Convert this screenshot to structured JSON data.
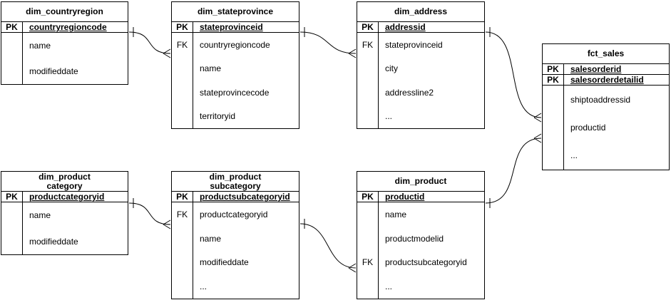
{
  "diagram": {
    "kind": "entity-relationship-diagram",
    "colors": {
      "line": "#000000",
      "table_fill": "#ffffff",
      "text": "#000000",
      "background": "#ffffff"
    },
    "tables": [
      {
        "id": "dim_countryregion",
        "title": "dim_countryregion",
        "rows": [
          {
            "key": "PK",
            "field": "countryregioncode",
            "is_pk": true
          },
          {
            "key": "",
            "field": "name"
          },
          {
            "key": "",
            "field": "modifieddate"
          }
        ]
      },
      {
        "id": "dim_stateprovince",
        "title": "dim_stateprovince",
        "rows": [
          {
            "key": "PK",
            "field": "stateprovinceid",
            "is_pk": true
          },
          {
            "key": "FK",
            "field": "countryregioncode"
          },
          {
            "key": "",
            "field": "name"
          },
          {
            "key": "",
            "field": "stateprovincecode"
          },
          {
            "key": "",
            "field": "territoryid"
          }
        ]
      },
      {
        "id": "dim_address",
        "title": "dim_address",
        "rows": [
          {
            "key": "PK",
            "field": "addressid",
            "is_pk": true
          },
          {
            "key": "FK",
            "field": "stateprovinceid"
          },
          {
            "key": "",
            "field": "city"
          },
          {
            "key": "",
            "field": "addressline2"
          },
          {
            "key": "",
            "field": "..."
          }
        ]
      },
      {
        "id": "fct_sales",
        "title": "fct_sales",
        "rows": [
          {
            "key": "PK",
            "field": "salesorderid",
            "is_pk": true
          },
          {
            "key": "PK",
            "field": "salesorderdetailid",
            "is_pk": true
          },
          {
            "key": "",
            "field": "shiptoaddressid"
          },
          {
            "key": "",
            "field": "productid"
          },
          {
            "key": "",
            "field": "..."
          }
        ]
      },
      {
        "id": "dim_productcategory",
        "title": "dim_product\ncategory",
        "rows": [
          {
            "key": "PK",
            "field": "productcategoryid",
            "is_pk": true
          },
          {
            "key": "",
            "field": "name"
          },
          {
            "key": "",
            "field": "modifieddate"
          }
        ]
      },
      {
        "id": "dim_productsubcategory",
        "title": "dim_product\nsubcategory",
        "rows": [
          {
            "key": "PK",
            "field": "productsubcategoryid",
            "is_pk": true
          },
          {
            "key": "FK",
            "field": "productcategoryid"
          },
          {
            "key": "",
            "field": "name"
          },
          {
            "key": "",
            "field": "modifieddate"
          },
          {
            "key": "",
            "field": "..."
          }
        ]
      },
      {
        "id": "dim_product",
        "title": "dim_product",
        "rows": [
          {
            "key": "PK",
            "field": "productid",
            "is_pk": true
          },
          {
            "key": "",
            "field": "name"
          },
          {
            "key": "",
            "field": "productmodelid"
          },
          {
            "key": "FK",
            "field": "productsubcategoryid"
          },
          {
            "key": "",
            "field": "..."
          }
        ]
      }
    ],
    "relationships": [
      {
        "from": "dim_countryregion.countryregioncode",
        "to": "dim_stateprovince.countryregioncode",
        "cardinality": "one-to-many",
        "notation": "tick-to-crowfoot"
      },
      {
        "from": "dim_stateprovince.stateprovinceid",
        "to": "dim_address.stateprovinceid",
        "cardinality": "one-to-many",
        "notation": "tick-to-crowfoot"
      },
      {
        "from": "dim_address.addressid",
        "to": "fct_sales.shiptoaddressid",
        "cardinality": "one-to-many",
        "notation": "tick-to-crowfoot"
      },
      {
        "from": "dim_product.productid",
        "to": "fct_sales.productid",
        "cardinality": "one-to-many",
        "notation": "tick-to-crowfoot"
      },
      {
        "from": "dim_productcategory.productcategoryid",
        "to": "dim_productsubcategory.productcategoryid",
        "cardinality": "one-to-many",
        "notation": "tick-to-crowfoot"
      },
      {
        "from": "dim_productsubcategory.productsubcategoryid",
        "to": "dim_product.productsubcategoryid",
        "cardinality": "one-to-many",
        "notation": "tick-to-crowfoot"
      }
    ]
  }
}
